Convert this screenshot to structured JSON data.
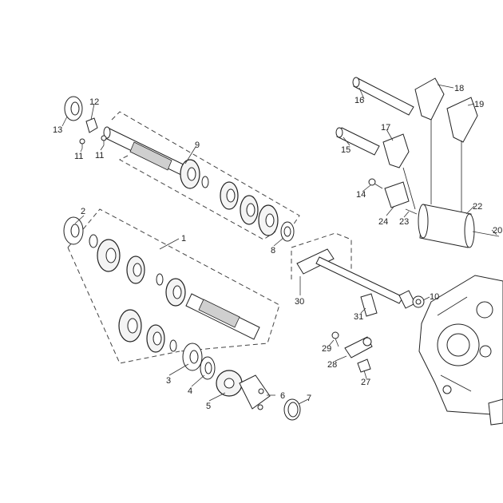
{
  "callouts": [
    {
      "id": "c1",
      "text": "1"
    },
    {
      "id": "c2",
      "text": "2"
    },
    {
      "id": "c3",
      "text": "3"
    },
    {
      "id": "c4",
      "text": "4"
    },
    {
      "id": "c5",
      "text": "5"
    },
    {
      "id": "c6",
      "text": "6"
    },
    {
      "id": "c7",
      "text": "7"
    },
    {
      "id": "c8",
      "text": "8"
    },
    {
      "id": "c9",
      "text": "9"
    },
    {
      "id": "c10",
      "text": "10"
    },
    {
      "id": "c11a",
      "text": "11"
    },
    {
      "id": "c11b",
      "text": "11"
    },
    {
      "id": "c12",
      "text": "12"
    },
    {
      "id": "c13",
      "text": "13"
    },
    {
      "id": "c14",
      "text": "14"
    },
    {
      "id": "c15",
      "text": "15"
    },
    {
      "id": "c16",
      "text": "16"
    },
    {
      "id": "c17",
      "text": "17"
    },
    {
      "id": "c18",
      "text": "18"
    },
    {
      "id": "c19",
      "text": "19"
    },
    {
      "id": "c20",
      "text": "20"
    },
    {
      "id": "c22",
      "text": "22"
    },
    {
      "id": "c23",
      "text": "23"
    },
    {
      "id": "c24",
      "text": "24"
    },
    {
      "id": "c27",
      "text": "27"
    },
    {
      "id": "c28",
      "text": "28"
    },
    {
      "id": "c29",
      "text": "29"
    },
    {
      "id": "c30",
      "text": "30"
    },
    {
      "id": "c31",
      "text": "31"
    }
  ]
}
